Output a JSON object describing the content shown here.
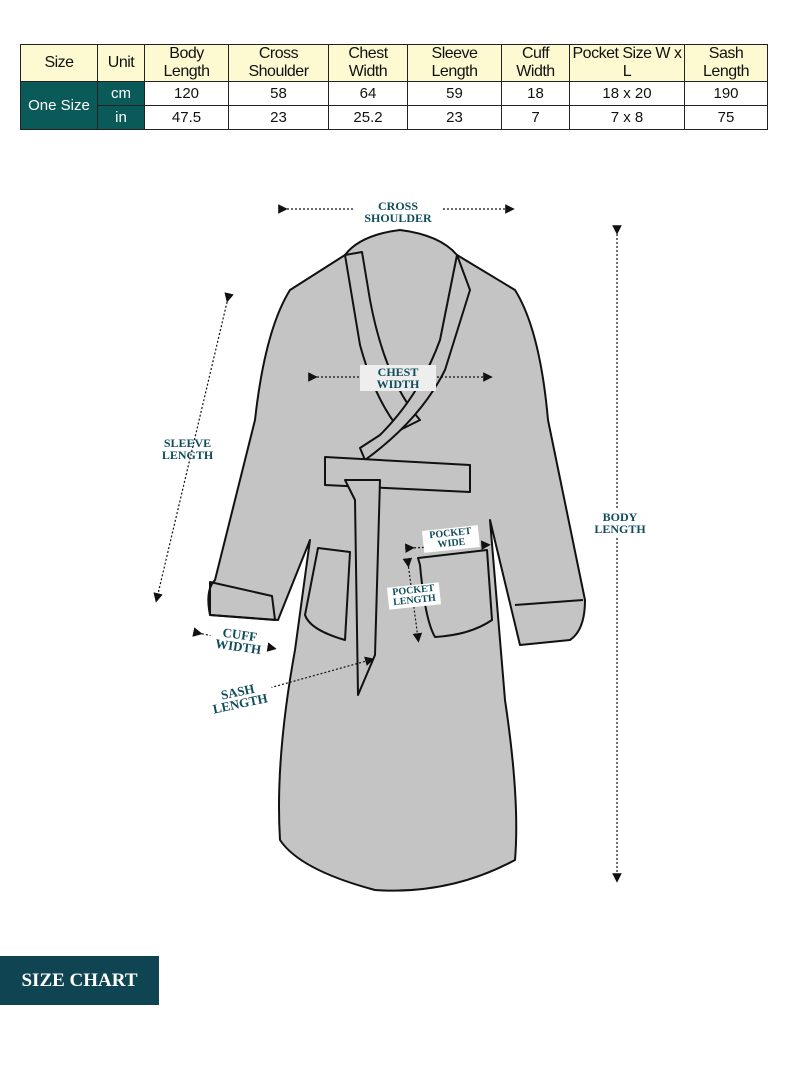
{
  "table": {
    "headers": [
      "Size",
      "Unit",
      "Body Length",
      "Cross Shoulder",
      "Chest Width",
      "Sleeve Length",
      "Cuff Width",
      "Pocket Size W x L",
      "Sash Length"
    ],
    "size": "One Size",
    "rows": [
      {
        "unit": "cm",
        "values": [
          "120",
          "58",
          "64",
          "59",
          "18",
          "18 x 20",
          "190"
        ]
      },
      {
        "unit": "in",
        "values": [
          "47.5",
          "23",
          "25.2",
          "23",
          "7",
          "7 x 8",
          "75"
        ]
      }
    ]
  },
  "labels": {
    "cross_shoulder": "CROSS SHOULDER",
    "chest_width": "CHEST WIDTH",
    "sleeve_length": "SLEEVE LENGTH",
    "body_length": "BODY LENGTH",
    "pocket_wide": "POCKET WIDE",
    "pocket_length": "POCKET LENGTH",
    "cuff_width": "CUFF WIDTH",
    "sash_length": "SASH LENGTH"
  },
  "badge": "SIZE CHART",
  "colors": {
    "teal": "#0b5a5a",
    "header_bg": "#fdf9d0",
    "label": "#0f4c5c",
    "robe": "#c4c4c4"
  }
}
